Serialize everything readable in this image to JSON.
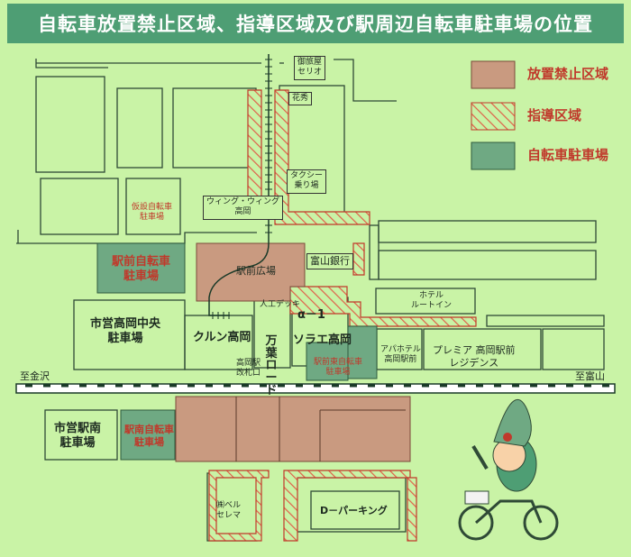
{
  "title": "自転車放置禁止区域、指導区域及び駅周辺自転車駐車場の位置",
  "legend": [
    {
      "key": "prohibited",
      "label": "放置禁止区域",
      "color": "#c99a80"
    },
    {
      "key": "guidance",
      "label": "指導区域",
      "color": "#e0604a"
    },
    {
      "key": "parking",
      "label": "自転車駐車場",
      "color": "#6fa983"
    }
  ],
  "colors": {
    "background": "#c9f3a6",
    "title_bar": "#4e9e74",
    "parking": "#6fa983",
    "prohibited": "#c99a80",
    "guidance_hatch": "#e0604a",
    "rail": "#1a3a28"
  },
  "labels": {
    "gofukuya_serio": "御旅屋\nセリオ",
    "hanahide": "花秀",
    "taxi": "タクシー\n乗り場",
    "wing_wing": "ウィング・ウィング\n高岡",
    "temp_parking": "仮設自転車\n駐車場",
    "ekimae_parking": "駅前自転車\n駐車場",
    "ekimae_hiroba": "駅前広場",
    "toyama_bank": "富山銀行",
    "hotel_route_inn": "ホテル\nルートイン",
    "jinko_deck": "人工デッキ",
    "alpha1": "α－1",
    "city_central_parking": "市営高岡中央\n駐車場",
    "kurun": "クルン高岡",
    "takaoka_gate": "高岡駅\n改札口",
    "manyo_road": "万葉ロード",
    "sorae": "ソラエ高岡",
    "ekimae_east_parking": "駅前東自転車\n駐車場",
    "apa_hotel": "アパホテル\n高岡駅前",
    "premia": "プレミア 高岡駅前\nレジデンス",
    "to_kanazawa": "至金沢",
    "to_toyama": "至富山",
    "city_south_parking": "市営駅南\n駐車場",
    "ekinan_parking": "駅南自転車\n駐車場",
    "belle_selma": "㈱ベル\nセレマ",
    "d_parking": "D－パーキング"
  }
}
